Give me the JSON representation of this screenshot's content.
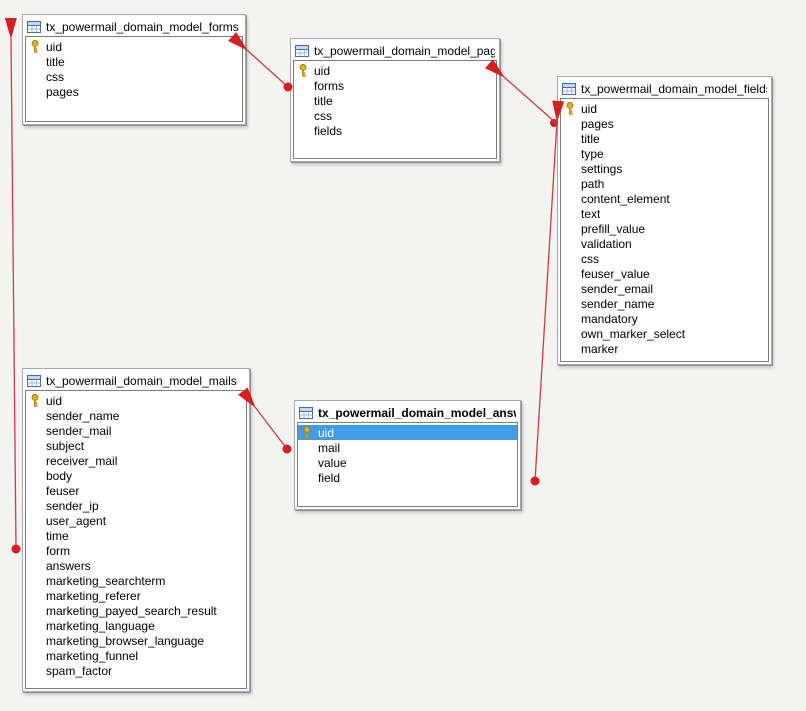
{
  "diagram": {
    "colors": {
      "relation_red": "#d81e1e",
      "selection_blue": "#3f9ce8",
      "key_gold": "#ffc20e",
      "table_icon_blue": "#3c6bb0",
      "canvas_background": "#f3f3f2"
    },
    "tables": [
      {
        "title": "tx_powermail_domain_model_forms",
        "selected": false,
        "fields": [
          {
            "name": "uid",
            "key": true
          },
          {
            "name": "title"
          },
          {
            "name": "css"
          },
          {
            "name": "pages"
          }
        ]
      },
      {
        "title": "tx_powermail_domain_model_pages",
        "selected": false,
        "fields": [
          {
            "name": "uid",
            "key": true
          },
          {
            "name": "forms"
          },
          {
            "name": "title"
          },
          {
            "name": "css"
          },
          {
            "name": "fields"
          }
        ]
      },
      {
        "title": "tx_powermail_domain_model_fields",
        "selected": false,
        "fields": [
          {
            "name": "uid",
            "key": true
          },
          {
            "name": "pages"
          },
          {
            "name": "title"
          },
          {
            "name": "type"
          },
          {
            "name": "settings"
          },
          {
            "name": "path"
          },
          {
            "name": "content_element"
          },
          {
            "name": "text"
          },
          {
            "name": "prefill_value"
          },
          {
            "name": "validation"
          },
          {
            "name": "css"
          },
          {
            "name": "feuser_value"
          },
          {
            "name": "sender_email"
          },
          {
            "name": "sender_name"
          },
          {
            "name": "mandatory"
          },
          {
            "name": "own_marker_select"
          },
          {
            "name": "marker"
          }
        ]
      },
      {
        "title": "tx_powermail_domain_model_mails",
        "selected": false,
        "fields": [
          {
            "name": "uid",
            "key": true
          },
          {
            "name": "sender_name"
          },
          {
            "name": "sender_mail"
          },
          {
            "name": "subject"
          },
          {
            "name": "receiver_mail"
          },
          {
            "name": "body"
          },
          {
            "name": "feuser"
          },
          {
            "name": "sender_ip"
          },
          {
            "name": "user_agent"
          },
          {
            "name": "time"
          },
          {
            "name": "form"
          },
          {
            "name": "answers"
          },
          {
            "name": "marketing_searchterm"
          },
          {
            "name": "marketing_referer"
          },
          {
            "name": "marketing_payed_search_result"
          },
          {
            "name": "marketing_language"
          },
          {
            "name": "marketing_browser_language"
          },
          {
            "name": "marketing_funnel"
          },
          {
            "name": "spam_factor"
          }
        ]
      },
      {
        "title": "tx_powermail_domain_model_answers",
        "selected": true,
        "fields": [
          {
            "name": "uid",
            "key": true,
            "selected": true
          },
          {
            "name": "mail"
          },
          {
            "name": "value"
          },
          {
            "name": "field"
          }
        ]
      }
    ],
    "relations": [
      {
        "from_table": "tx_powermail_domain_model_mails",
        "from_column": "form",
        "to_table": "tx_powermail_domain_model_forms"
      },
      {
        "from_table": "tx_powermail_domain_model_pages",
        "from_column": "forms",
        "to_table": "tx_powermail_domain_model_forms"
      },
      {
        "from_table": "tx_powermail_domain_model_fields",
        "from_column": "pages",
        "to_table": "tx_powermail_domain_model_pages"
      },
      {
        "from_table": "tx_powermail_domain_model_answers",
        "from_column": "field",
        "to_table": "tx_powermail_domain_model_fields"
      },
      {
        "from_table": "tx_powermail_domain_model_answers",
        "from_column": "mail",
        "to_table": "tx_powermail_domain_model_mails"
      }
    ]
  }
}
